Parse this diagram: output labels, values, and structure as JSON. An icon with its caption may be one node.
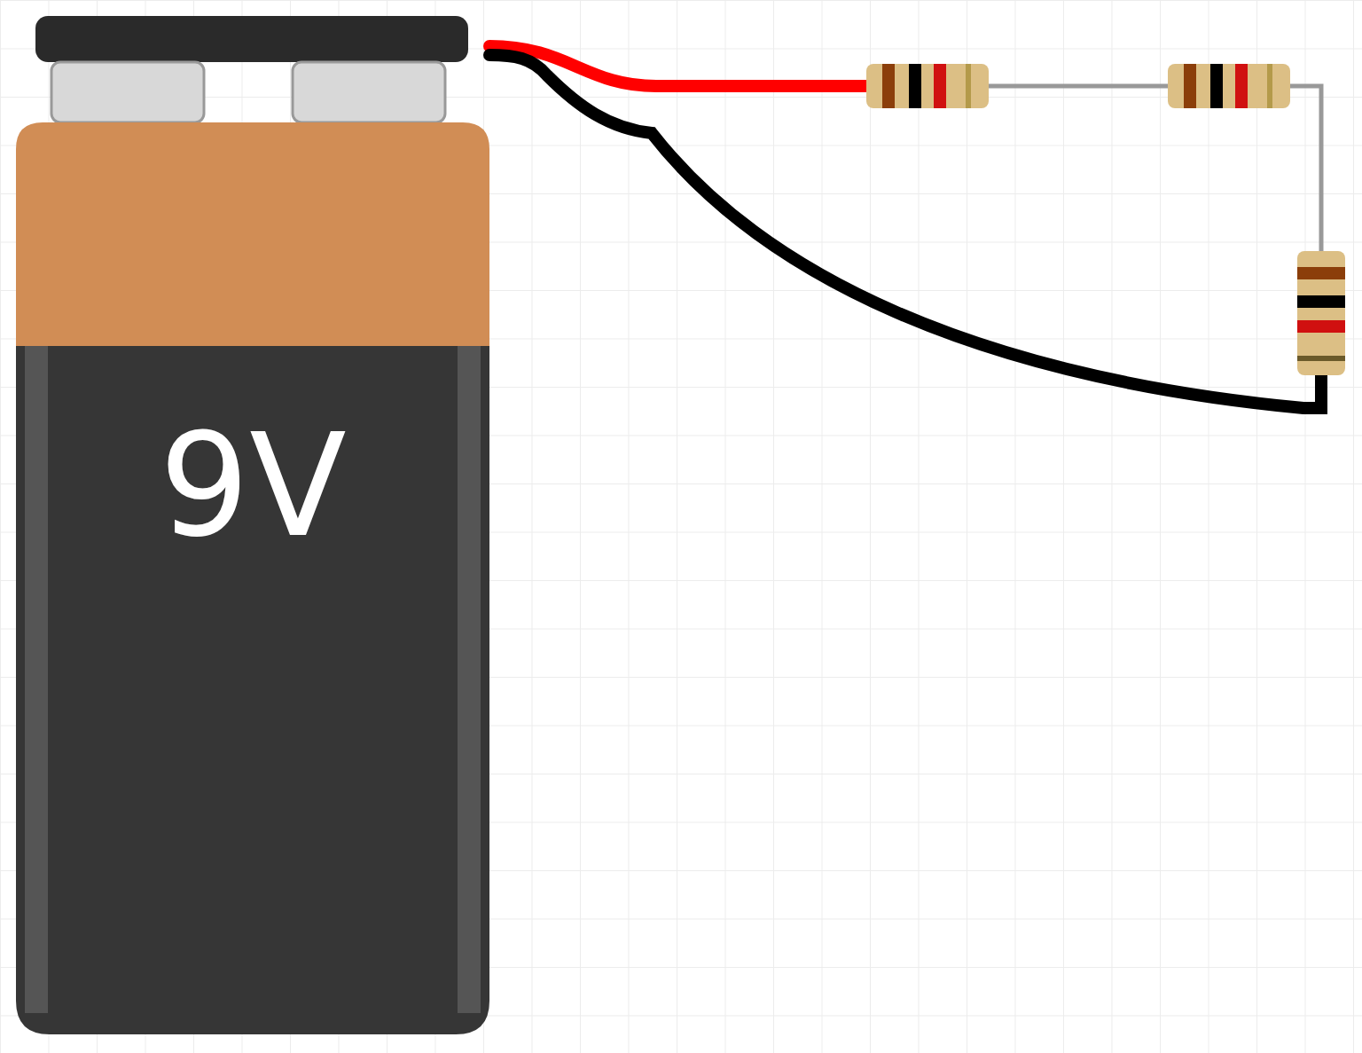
{
  "diagram": {
    "nodes": [
      {
        "text": [
          "9V"
        ]
      },
      {
        "text": [],
        "shape": "picture"
      },
      {
        "text": [],
        "shape": "picture"
      },
      {
        "text": [],
        "shape": "picture"
      }
    ],
    "edges": [
      {
        "from": 0,
        "to": 1,
        "arrow": "none",
        "style": "thick",
        "color": "#ff0000"
      },
      {
        "from": 1,
        "to": 2,
        "arrow": "none"
      },
      {
        "from": 2,
        "to": 3,
        "arrow": "none"
      },
      {
        "from": 3,
        "to": 0,
        "arrow": "none",
        "style": "thick",
        "color": "#000000"
      }
    ]
  }
}
